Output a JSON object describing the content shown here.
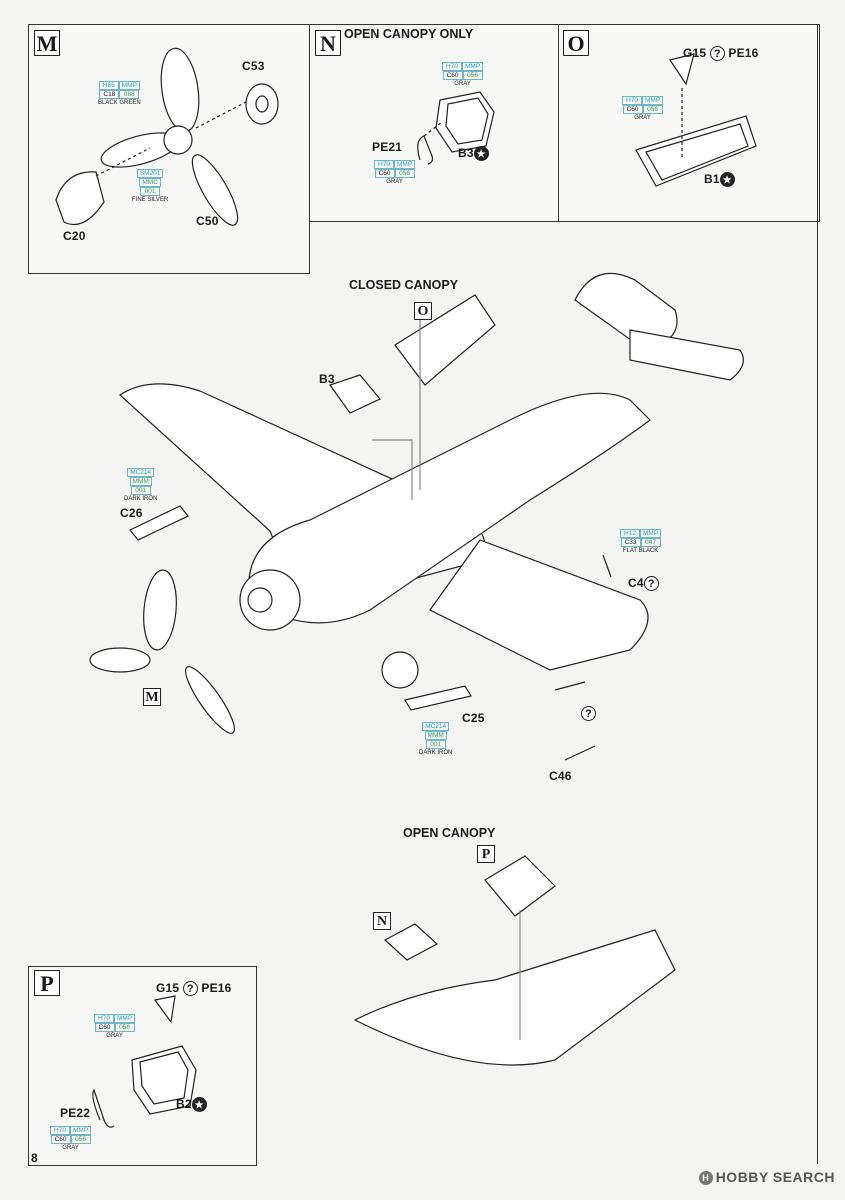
{
  "steps": {
    "M": {
      "letter": "M"
    },
    "N": {
      "letter": "N",
      "title": "OPEN CANOPY ONLY"
    },
    "O": {
      "letter": "O"
    },
    "P": {
      "letter": "P"
    }
  },
  "main": {
    "closed_title": "CLOSED CANOPY",
    "open_title": "OPEN CANOPY",
    "ref_O": "O",
    "ref_M": "M",
    "ref_P": "P",
    "ref_N": "N"
  },
  "parts": {
    "C53": "C53",
    "C20": "C20",
    "C50": "C50",
    "PE21": "PE21",
    "B3": "B3",
    "G15": "G15",
    "PE16": "PE16",
    "B1": "B1",
    "C26": "C26",
    "C4": "C4",
    "C25": "C25",
    "C46": "C46",
    "B2": "B2",
    "PE22": "PE22"
  },
  "symbols": {
    "optional": "?",
    "star": "★"
  },
  "colors": {
    "black_green": {
      "h": "H65",
      "mmp": "MMP",
      "c": "C18",
      "n": "088",
      "name": "BLACK GREEN"
    },
    "fine_silver": {
      "h": "SM201",
      "c": "MMC",
      "n": "001",
      "name": "FINE SILVER"
    },
    "gray": {
      "h": "H70",
      "mmp": "MMP",
      "c": "C60",
      "n": "056",
      "name": "GRAY"
    },
    "dark_iron": {
      "h": "MC214",
      "c": "MMM",
      "n": "001",
      "name": "DARK IRON"
    },
    "flat_black": {
      "h": "H12",
      "mmp": "MMP",
      "c": "C33",
      "n": "047",
      "name": "FLAT BLACK"
    }
  },
  "page_number": "8",
  "watermark": "HOBBY SEARCH"
}
